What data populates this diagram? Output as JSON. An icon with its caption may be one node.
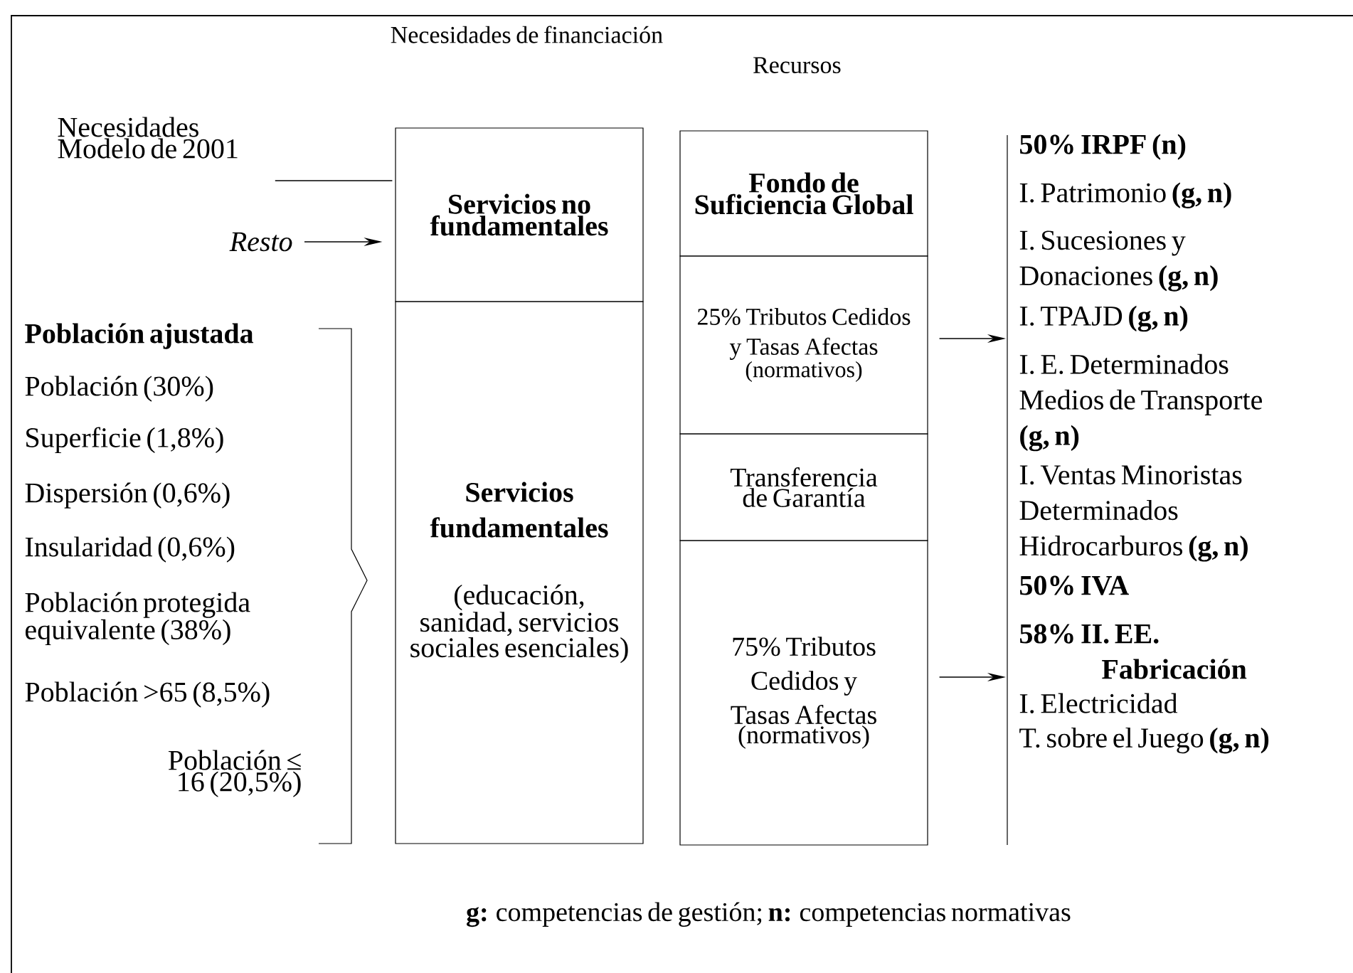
{
  "diagram": {
    "nodes": [
      {
        "text": [
          "Servicios no fundamentales"
        ]
      },
      {
        "text": [
          "Servicios fundamentales",
          "(educación, sanidad, servicios sociales esenciales)"
        ]
      },
      {
        "text": [
          "Fondo de Suficiencia Global"
        ]
      },
      {
        "text": [
          "25% Tributos Cedidos y Tasas Afectas",
          "(normativos)"
        ]
      },
      {
        "text": [
          "Transferencia de Garantía"
        ]
      },
      {
        "text": [
          "75% Tributos Cedidos y Tasas Afectas",
          "(normativos)"
        ]
      },
      {
        "text": [
          "Necesidades Modelo de 2001"
        ]
      },
      {
        "text": [
          "Resto"
        ]
      },
      {
        "text": [
          "50% IRPF (n)",
          "I. Patrimonio **(g, n)**",
          "I. Sucesiones y Donaciones **(g, n)**",
          "I. TPAJD **(g, n)**",
          "I. E. Determinados Medios de Transporte **(g, n)**",
          "I. Ventas Minoristas Determinados Hidrocarburos **(g, n)**",
          "50% IVA",
          "58% II. EE. Fabricación",
          "I. Electricidad",
          "T. sobre el Juego **(g, n)**"
        ]
      }
    ],
    "edges": [
      {
        "from": 6,
        "to": 0,
        "arrow": "none"
      },
      {
        "from": 7,
        "to": 0,
        "arrow": "to"
      },
      {
        "from": 3,
        "to": 8,
        "arrow": "to"
      },
      {
        "from": 5,
        "to": 8,
        "arrow": "to"
      }
    ],
    "labels": [
      "Necesidades de financiación",
      "Recursos",
      "Población ajustada",
      "Población (30%)",
      "Superficie (1,8%)",
      "Dispersión (0,6%)",
      "Insularidad (0,6%)",
      "Población protegida equivalente (38%)",
      "Población >65 (8,5%)",
      "Población ≤ 16 (20,5%)",
      "**g:** competencias de gestión; **n:** competencias normativas"
    ]
  }
}
